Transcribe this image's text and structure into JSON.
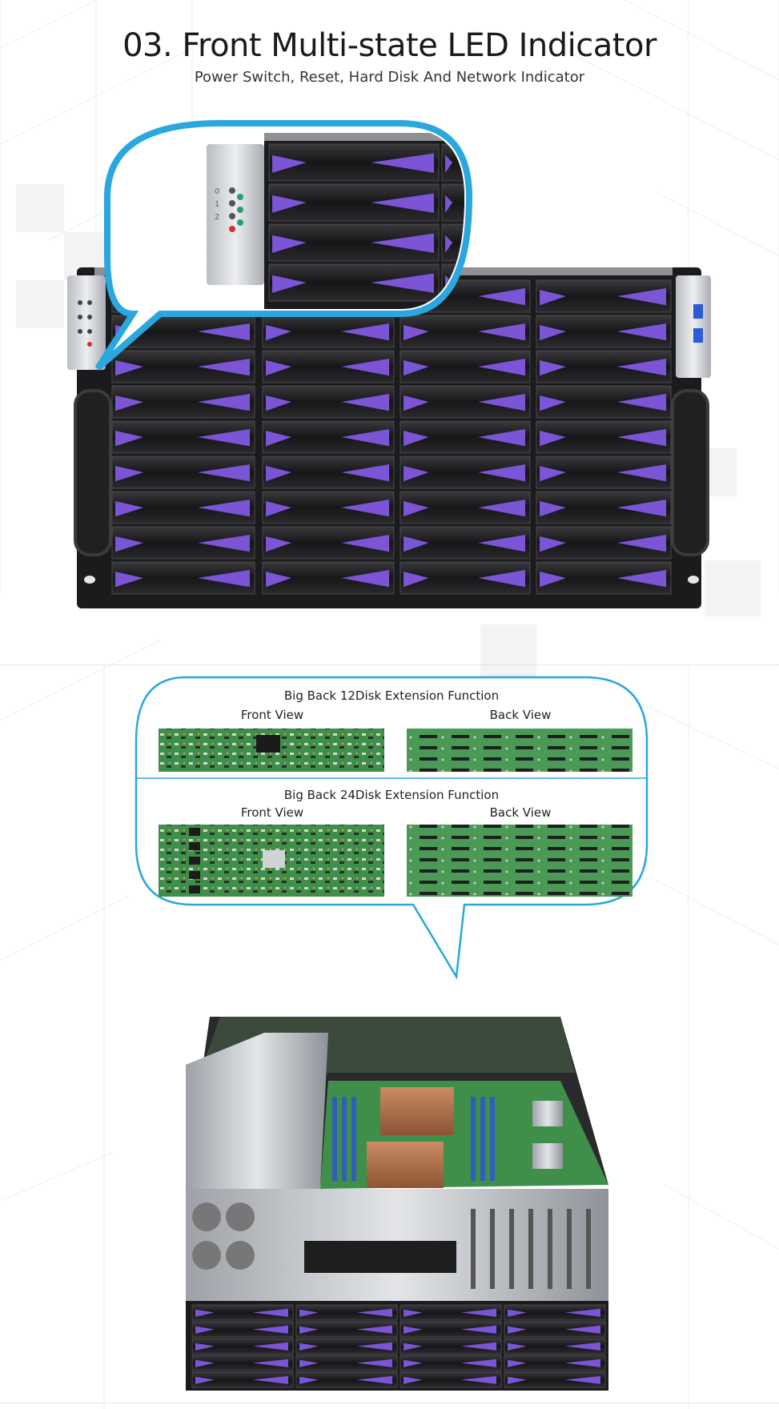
{
  "section3": {
    "title": "03. Front Multi-state LED Indicator",
    "subtitle": "Power Switch, Reset, Hard Disk And Network Indicator",
    "led_labels": [
      "0",
      "1",
      "2"
    ]
  },
  "section4": {
    "title": "04. With Expansion Backplane",
    "subtitle": "More Hard Disk Backplane Connector",
    "panel_12": {
      "heading": "Big Back 12Disk Extension Function",
      "front_label": "Front View",
      "back_label": "Back View"
    },
    "panel_24": {
      "heading": "Big Back 24Disk Extension Function",
      "front_label": "Front View",
      "back_label": "Back View"
    }
  },
  "colors": {
    "accent_blue": "#2aa7df",
    "tray_purple": "#7b55d6",
    "pcb_green": "#3f8f4a",
    "chassis_dark": "#1d1d1f"
  }
}
